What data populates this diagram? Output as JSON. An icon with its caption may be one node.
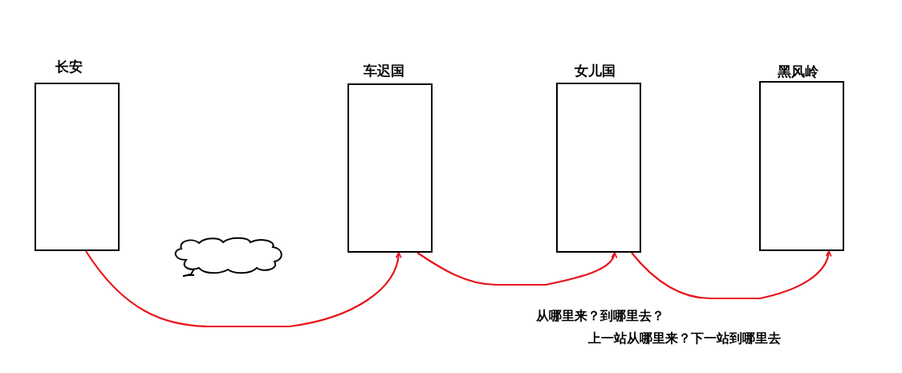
{
  "diagram": {
    "nodes": [
      {
        "text": [
          "长安"
        ]
      },
      {
        "text": [],
        "shape": "cloud"
      },
      {
        "text": [
          "车迟国"
        ]
      },
      {
        "text": [
          "女儿国"
        ]
      },
      {
        "text": [
          "黑风岭"
        ]
      }
    ],
    "edges": [
      {
        "from": 0,
        "to": 2,
        "arrow": "to"
      },
      {
        "from": 2,
        "to": 3,
        "arrow": "to"
      },
      {
        "from": 3,
        "to": 4,
        "arrow": "to"
      }
    ],
    "labels": [
      "从哪里来？到哪里去？",
      "上一站从哪里来？下一站到哪里去"
    ]
  }
}
